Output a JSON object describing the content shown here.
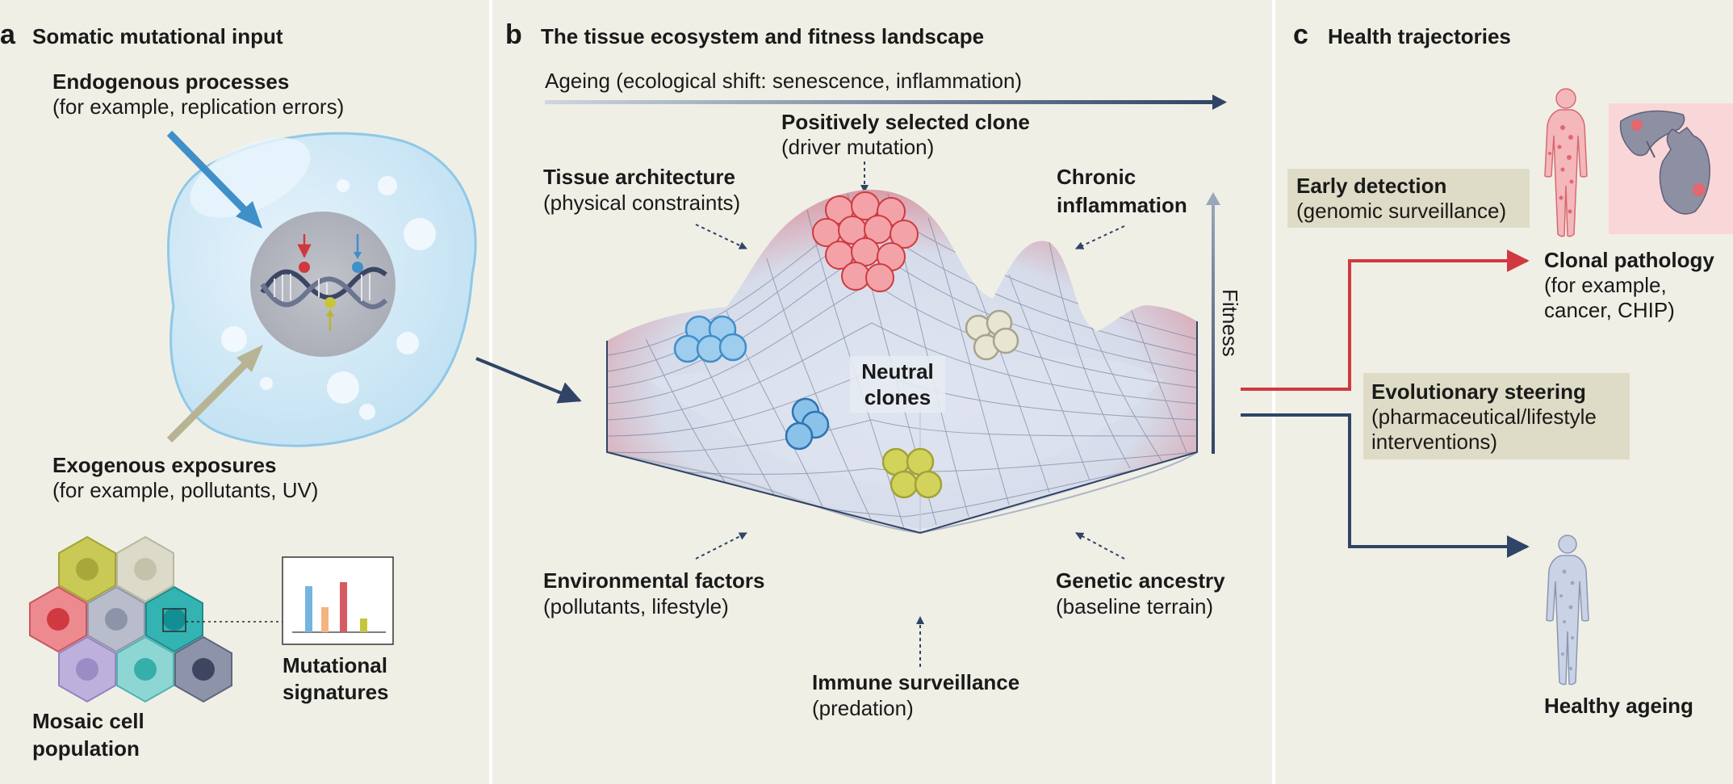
{
  "panels": {
    "a": {
      "letter": "a",
      "title": "Somatic mutational input",
      "endogenous_title": "Endogenous processes",
      "endogenous_sub": "(for example, replication errors)",
      "exogenous_title": "Exogenous exposures",
      "exogenous_sub": "(for example, pollutants, UV)",
      "mosaic_line1": "Mosaic cell",
      "mosaic_line2": "population",
      "signatures_line1": "Mutational",
      "signatures_line2": "signatures"
    },
    "b": {
      "letter": "b",
      "title": "The tissue ecosystem and fitness landscape",
      "ageing": "Ageing (ecological shift: senescence, inflammation)",
      "positive_title": "Positively selected clone",
      "positive_sub": "(driver mutation)",
      "tissue_title": "Tissue architecture",
      "tissue_sub": "(physical constraints)",
      "chronic_line1": "Chronic",
      "chronic_line2": "inflammation",
      "fitness": "Fitness",
      "neutral_line1": "Neutral",
      "neutral_line2": "clones",
      "environmental_title": "Environmental factors",
      "environmental_sub": "(pollutants, lifestyle)",
      "genetic_title": "Genetic ancestry",
      "genetic_sub": "(baseline terrain)",
      "immune_title": "Immune surveillance",
      "immune_sub": "(predation)"
    },
    "c": {
      "letter": "c",
      "title": "Health trajectories",
      "early_title": "Early detection",
      "early_sub": "(genomic surveillance)",
      "clonal_title": "Clonal pathology",
      "clonal_sub1": "(for example,",
      "clonal_sub2": "cancer, CHIP)",
      "steering_title": "Evolutionary steering",
      "steering_sub1": "(pharmaceutical/lifestyle",
      "steering_sub2": "interventions)",
      "healthy": "Healthy ageing"
    }
  },
  "colors": {
    "panel_bg": "#f0efe6",
    "divider": "#ffffff",
    "navy": "#2f4466",
    "red": "#d0393f",
    "box_tan": "#dedcc6",
    "cell_light": "#d6ecf7",
    "nucleus": "#b4b6c0",
    "arrow_blue": "#3f8fc9",
    "arrow_tan": "#b7b393",
    "landscape_red": "#d9676f",
    "landscape_blue": "#c9d3e5"
  },
  "icons": {
    "mutation_pins": [
      "red-pin",
      "blue-pin",
      "yellow-pin"
    ],
    "bar_colors": [
      "#74b5e0",
      "#f3b47d",
      "#d65b61",
      "#c6c63c"
    ]
  }
}
